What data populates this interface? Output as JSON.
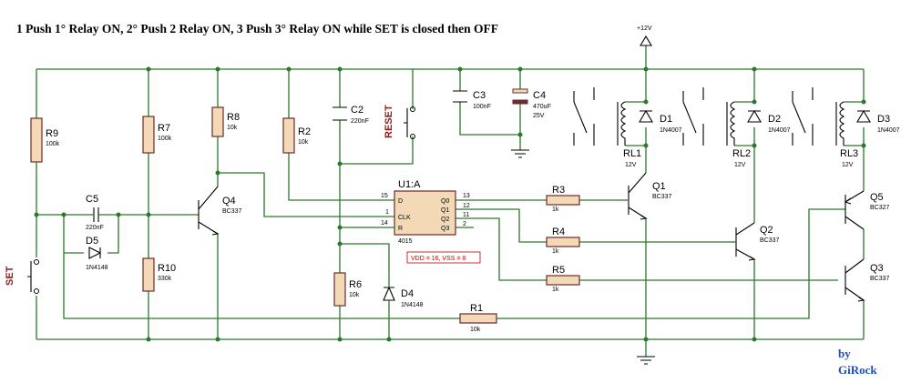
{
  "title": "1 Push 1° Relay ON, 2° Push 2 Relay ON, 3 Push 3° Relay ON while SET is closed then OFF",
  "supply": "+12V",
  "author": {
    "by": "by",
    "name": "GiRock"
  },
  "switches": {
    "set": "SET",
    "reset": "RESET"
  },
  "ic": {
    "ref": "U1:A",
    "part": "4015",
    "note": "VDD = 16, VSS = 8",
    "pins": {
      "d": "D",
      "clk": "CLK",
      "r": "R",
      "q0": "Q0",
      "q1": "Q1",
      "q2": "Q2",
      "q3": "Q3",
      "n15": "15",
      "n1": "1",
      "n14": "14",
      "n13": "13",
      "n12": "12",
      "n11": "11",
      "n2": "2"
    }
  },
  "resistors": {
    "r9": {
      "ref": "R9",
      "value": "100k"
    },
    "r7": {
      "ref": "R7",
      "value": "100k"
    },
    "r8": {
      "ref": "R8",
      "value": "10k"
    },
    "r2": {
      "ref": "R2",
      "value": "10k"
    },
    "r10": {
      "ref": "R10",
      "value": "330k"
    },
    "r6": {
      "ref": "R6",
      "value": "10k"
    },
    "r1": {
      "ref": "R1",
      "value": "10k"
    },
    "r3": {
      "ref": "R3",
      "value": "1k"
    },
    "r4": {
      "ref": "R4",
      "value": "1k"
    },
    "r5": {
      "ref": "R5",
      "value": "1k"
    }
  },
  "capacitors": {
    "c2": {
      "ref": "C2",
      "value": "220nF"
    },
    "c3": {
      "ref": "C3",
      "value": "100nF"
    },
    "c4": {
      "ref": "C4",
      "value": "470uF",
      "voltage": "25V"
    },
    "c5": {
      "ref": "C5",
      "value": "220nF"
    }
  },
  "diodes": {
    "d1": {
      "ref": "D1",
      "value": "1N4007"
    },
    "d2": {
      "ref": "D2",
      "value": "1N4007"
    },
    "d3": {
      "ref": "D3",
      "value": "1N4007"
    },
    "d4": {
      "ref": "D4",
      "value": "1N4148"
    },
    "d5": {
      "ref": "D5",
      "value": "1N4148"
    }
  },
  "transistors": {
    "q1": {
      "ref": "Q1",
      "value": "BC337"
    },
    "q2": {
      "ref": "Q2",
      "value": "BC337"
    },
    "q3": {
      "ref": "Q3",
      "value": "BC337"
    },
    "q4": {
      "ref": "Q4",
      "value": "BC337"
    },
    "q5": {
      "ref": "Q5",
      "value": "BC327"
    }
  },
  "relays": {
    "rl1": {
      "ref": "RL1",
      "value": "12V"
    },
    "rl2": {
      "ref": "RL2",
      "value": "12V"
    },
    "rl3": {
      "ref": "RL3",
      "value": "12V"
    }
  },
  "colors": {
    "wire": "#2b7a2b",
    "resistor_fill": "#f3d9b6",
    "resistor_stroke": "#6b2c2c",
    "label_red": "#8b1a1a",
    "signature": "#1f4fbf"
  }
}
